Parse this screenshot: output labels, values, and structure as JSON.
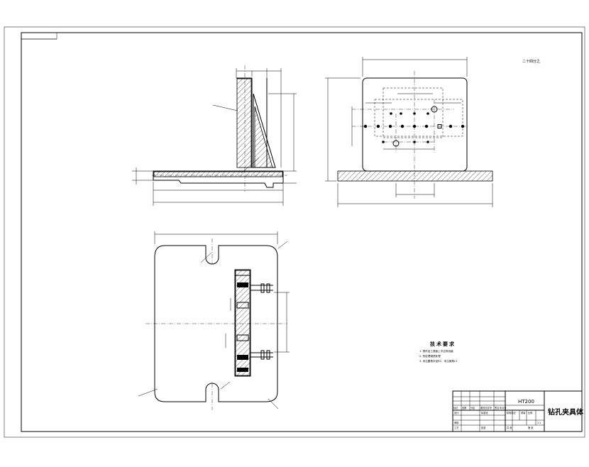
{
  "drawing": {
    "part_name": "钻孔夹具体",
    "material": "HT200",
    "view_label": "二十四分之",
    "tech_requirements": {
      "title": "技术要求",
      "items": [
        "1. 零件加工表面上不应有划痕",
        "2. 热处理调质处理",
        "3. 未注圆角半径R2，未注倒角C1"
      ]
    },
    "title_block": {
      "labels": [
        "标记",
        "处数",
        "分区",
        "更改文件号",
        "签名",
        "年月日",
        "设计",
        "标准化",
        "审核",
        "工艺",
        "批准",
        "阶段标记",
        "重量",
        "比例",
        "共 张",
        "第 张"
      ],
      "scale": "1:1"
    }
  }
}
